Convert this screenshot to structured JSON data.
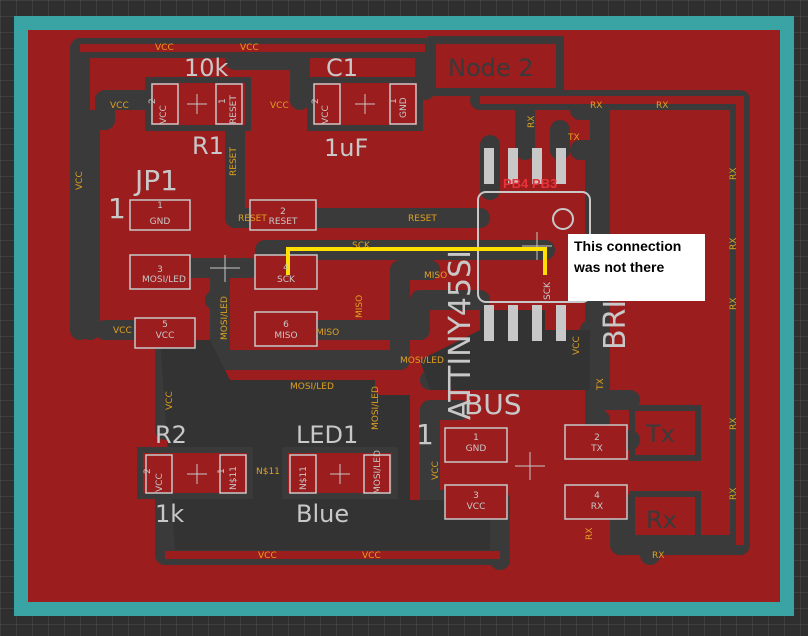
{
  "board": {
    "node_label": "Node 2",
    "ic_label": "ATTINY45SI",
    "bridge_label": "BRIDGE",
    "bus_label": "BUS",
    "colors": {
      "copper": "#9b1d1d",
      "trace_gap": "#3a3a3a",
      "outline": "#3aa3a3",
      "silk": "#c8c8c8",
      "net": "#e0a020",
      "highlight": "#ffe000",
      "annotation_red": "#e8333a"
    }
  },
  "components": {
    "r1": {
      "name": "R1",
      "value": "10k",
      "pad_left": "VCC",
      "pad_right": "RESET",
      "pin_left": "2",
      "pin_right": "1"
    },
    "c1": {
      "name": "C1",
      "value": "1uF",
      "pad_left": "VCC",
      "pad_right": "GND",
      "pin_left": "2",
      "pin_right": "1"
    },
    "jp1": {
      "name": "JP1",
      "pin_number": "1"
    },
    "r2": {
      "name": "R2",
      "value": "1k",
      "pad_left": "VCC",
      "pad_right": "N$11",
      "pin_left": "2",
      "pin_right": "1"
    },
    "led1": {
      "name": "LED1",
      "value": "Blue",
      "pad_left": "N$11",
      "pad_right": "MOSI/LED"
    },
    "bus": {
      "pin_number": "1"
    },
    "tx": {
      "name": "Tx"
    },
    "rx": {
      "name": "Rx"
    }
  },
  "pads": {
    "gnd_jp": {
      "pin": "1",
      "net": "GND"
    },
    "reset": {
      "pin": "2",
      "net": "RESET"
    },
    "mosi": {
      "pin": "3",
      "net": "MOSI/LED"
    },
    "sck": {
      "pin": "4",
      "net": "SCK"
    },
    "vcc": {
      "pin": "5",
      "net": "VCC"
    },
    "miso": {
      "pin": "6",
      "net": "MISO"
    },
    "gnd_bus": {
      "pin": "1",
      "net": "GND"
    },
    "tx": {
      "pin": "2",
      "net": "TX"
    },
    "vcc_bus": {
      "pin": "3",
      "net": "VCC"
    },
    "rx": {
      "pin": "4",
      "net": "RX"
    }
  },
  "net_labels": {
    "vcc": "VCC",
    "reset": "RESET",
    "sck": "SCK",
    "miso": "MISO",
    "mosi_led": "MOSI/LED",
    "rx": "RX",
    "tx": "TX",
    "n11": "N$11"
  },
  "annotation": {
    "pins_label": "PB4 PB3",
    "note_line1": "This connection",
    "note_line2": "was not there"
  }
}
